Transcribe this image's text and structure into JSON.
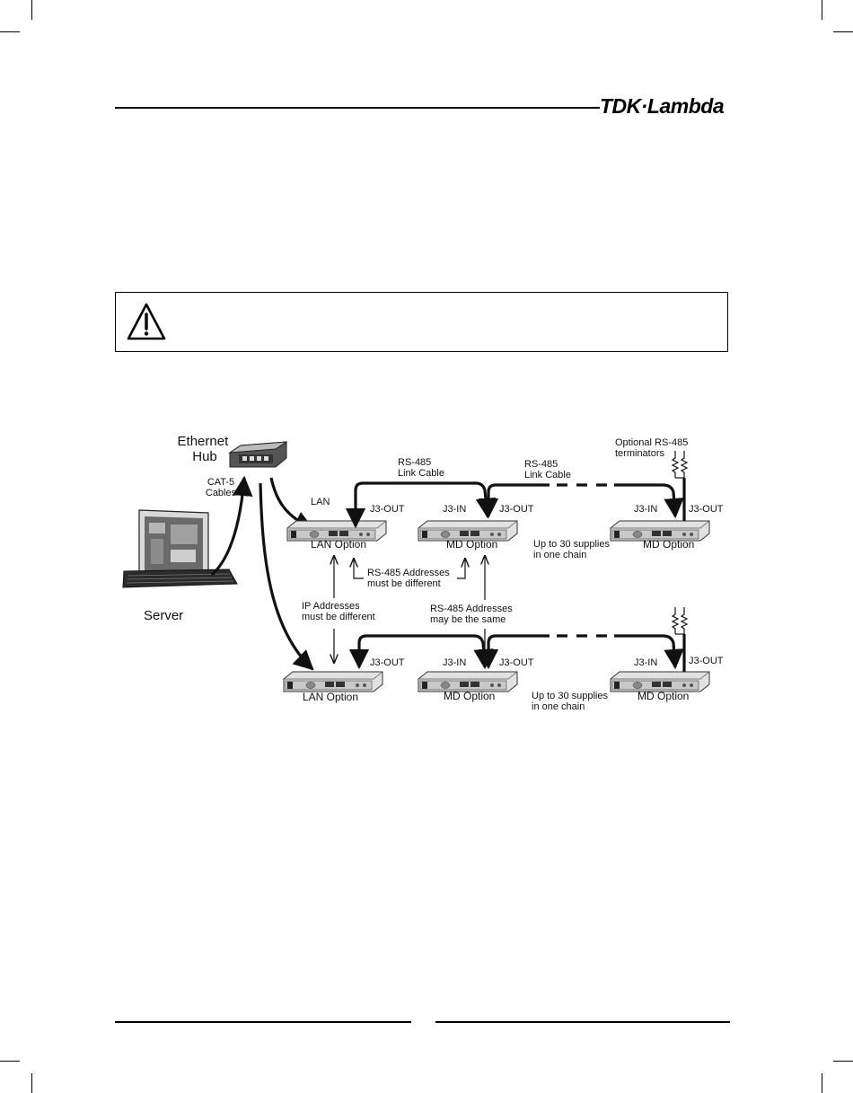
{
  "header": {
    "logo_text": "TDK·Lambda"
  },
  "warning": {
    "icon": "warning-triangle-icon"
  },
  "diagram": {
    "ethernet_hub": "Ethernet\nHub",
    "cat5_cables": "CAT-5\nCables",
    "lan": "LAN",
    "server": "Server",
    "rs485_link_cable_1": "RS-485\nLink Cable",
    "rs485_link_cable_2": "RS-485\nLink Cable",
    "optional_terminators": "Optional RS-485\nterminators",
    "j3_out": "J3-OUT",
    "j3_in": "J3-IN",
    "lan_option": "LAN Option",
    "md_option": "MD Option",
    "up_to_30": "Up to 30 supplies\nin one chain",
    "rs485_different": "RS-485 Addresses\nmust be different",
    "ip_different": "IP Addresses\nmust be different",
    "rs485_same": "RS-485 Addresses\nmay be the same"
  }
}
